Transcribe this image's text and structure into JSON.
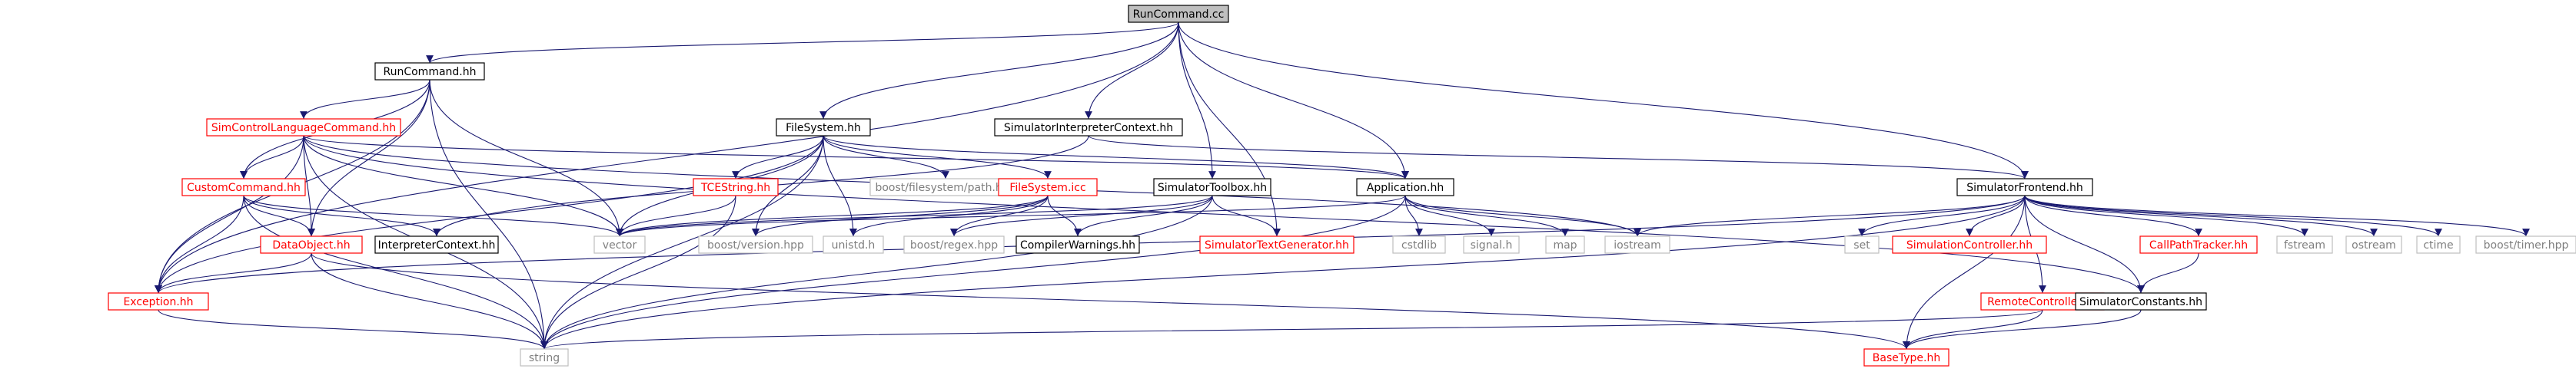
{
  "colors": {
    "root_fill": "#bfbfbf",
    "root_border": "#000000",
    "normal_border": "#000000",
    "missing_border": "#bfbfbf",
    "red_border": "#ff0000",
    "red_text": "#ff0000",
    "normal_text": "#000000",
    "gray_text": "#7f7f7f",
    "edge": "#191970"
  },
  "nodes": [
    {
      "id": "runcommand_cc",
      "label": "RunCommand.cc",
      "style": "root"
    },
    {
      "id": "runcommand_hh",
      "label": "RunCommand.hh",
      "style": "normal"
    },
    {
      "id": "simcontrol",
      "label": "SimControlLanguageCommand.hh",
      "style": "red"
    },
    {
      "id": "customcommand",
      "label": "CustomCommand.hh",
      "style": "red"
    },
    {
      "id": "dataobject",
      "label": "DataObject.hh",
      "style": "red"
    },
    {
      "id": "interpretercontext",
      "label": "InterpreterContext.hh",
      "style": "normal"
    },
    {
      "id": "exception",
      "label": "Exception.hh",
      "style": "red"
    },
    {
      "id": "string",
      "label": "string",
      "style": "missing"
    },
    {
      "id": "vector",
      "label": "vector",
      "style": "missing"
    },
    {
      "id": "filesystem_hh",
      "label": "FileSystem.hh",
      "style": "normal"
    },
    {
      "id": "tcestring",
      "label": "TCEString.hh",
      "style": "red"
    },
    {
      "id": "boost_fs_path",
      "label": "boost/filesystem/path.hpp",
      "style": "missing"
    },
    {
      "id": "filesystem_icc",
      "label": "FileSystem.icc",
      "style": "red"
    },
    {
      "id": "boost_version",
      "label": "boost/version.hpp",
      "style": "missing"
    },
    {
      "id": "unistd",
      "label": "unistd.h",
      "style": "missing"
    },
    {
      "id": "boost_regex",
      "label": "boost/regex.hpp",
      "style": "missing"
    },
    {
      "id": "compilerwarnings",
      "label": "CompilerWarnings.hh",
      "style": "normal"
    },
    {
      "id": "siminterpctx",
      "label": "SimulatorInterpreterContext.hh",
      "style": "normal"
    },
    {
      "id": "simtoolbox",
      "label": "SimulatorToolbox.hh",
      "style": "normal"
    },
    {
      "id": "simtextgen",
      "label": "SimulatorTextGenerator.hh",
      "style": "red"
    },
    {
      "id": "application",
      "label": "Application.hh",
      "style": "normal"
    },
    {
      "id": "cstdlib",
      "label": "cstdlib",
      "style": "missing"
    },
    {
      "id": "signal",
      "label": "signal.h",
      "style": "missing"
    },
    {
      "id": "map",
      "label": "map",
      "style": "missing"
    },
    {
      "id": "iostream",
      "label": "iostream",
      "style": "missing"
    },
    {
      "id": "simfrontend",
      "label": "SimulatorFrontend.hh",
      "style": "normal"
    },
    {
      "id": "set",
      "label": "set",
      "style": "missing"
    },
    {
      "id": "simcontroller",
      "label": "SimulationController.hh",
      "style": "red"
    },
    {
      "id": "callpathtracker",
      "label": "CallPathTracker.hh",
      "style": "red"
    },
    {
      "id": "fstream",
      "label": "fstream",
      "style": "missing"
    },
    {
      "id": "ostream",
      "label": "ostream",
      "style": "missing"
    },
    {
      "id": "ctime",
      "label": "ctime",
      "style": "missing"
    },
    {
      "id": "boost_timer",
      "label": "boost/timer.hpp",
      "style": "missing"
    },
    {
      "id": "remotecontroller",
      "label": "RemoteController.hh",
      "style": "red"
    },
    {
      "id": "simconstants",
      "label": "SimulatorConstants.hh",
      "style": "normal"
    },
    {
      "id": "basetype",
      "label": "BaseType.hh",
      "style": "red"
    }
  ],
  "edges": [
    [
      "runcommand_cc",
      "runcommand_hh"
    ],
    [
      "runcommand_cc",
      "exception"
    ],
    [
      "runcommand_cc",
      "filesystem_hh"
    ],
    [
      "runcommand_cc",
      "siminterpctx"
    ],
    [
      "runcommand_cc",
      "simtoolbox"
    ],
    [
      "runcommand_cc",
      "simtextgen"
    ],
    [
      "runcommand_cc",
      "application"
    ],
    [
      "runcommand_cc",
      "simfrontend"
    ],
    [
      "runcommand_hh",
      "simcontrol"
    ],
    [
      "runcommand_hh",
      "customcommand"
    ],
    [
      "runcommand_hh",
      "dataobject"
    ],
    [
      "runcommand_hh",
      "exception"
    ],
    [
      "runcommand_hh",
      "vector"
    ],
    [
      "runcommand_hh",
      "string"
    ],
    [
      "simcontrol",
      "customcommand"
    ],
    [
      "simcontrol",
      "dataobject"
    ],
    [
      "simcontrol",
      "exception"
    ],
    [
      "simcontrol",
      "vector"
    ],
    [
      "simcontrol",
      "string"
    ],
    [
      "simcontrol",
      "application"
    ],
    [
      "simcontrol",
      "iostream"
    ],
    [
      "simcontrol",
      "simconstants"
    ],
    [
      "customcommand",
      "dataobject"
    ],
    [
      "customcommand",
      "interpretercontext"
    ],
    [
      "customcommand",
      "exception"
    ],
    [
      "customcommand",
      "vector"
    ],
    [
      "customcommand",
      "string"
    ],
    [
      "dataobject",
      "exception"
    ],
    [
      "dataobject",
      "string"
    ],
    [
      "dataobject",
      "basetype"
    ],
    [
      "exception",
      "string"
    ],
    [
      "filesystem_hh",
      "exception"
    ],
    [
      "filesystem_hh",
      "vector"
    ],
    [
      "filesystem_hh",
      "string"
    ],
    [
      "filesystem_hh",
      "tcestring"
    ],
    [
      "filesystem_hh",
      "boost_fs_path"
    ],
    [
      "filesystem_hh",
      "boost_version"
    ],
    [
      "filesystem_hh",
      "unistd"
    ],
    [
      "filesystem_hh",
      "filesystem_icc"
    ],
    [
      "filesystem_hh",
      "application"
    ],
    [
      "tcestring",
      "vector"
    ],
    [
      "tcestring",
      "string"
    ],
    [
      "filesystem_icc",
      "vector"
    ],
    [
      "filesystem_icc",
      "boost_version"
    ],
    [
      "filesystem_icc",
      "unistd"
    ],
    [
      "filesystem_icc",
      "boost_regex"
    ],
    [
      "filesystem_icc",
      "compilerwarnings"
    ],
    [
      "siminterpctx",
      "interpretercontext"
    ],
    [
      "siminterpctx",
      "simfrontend"
    ],
    [
      "simtoolbox",
      "vector"
    ],
    [
      "simtoolbox",
      "string"
    ],
    [
      "simtoolbox",
      "boost_regex"
    ],
    [
      "simtoolbox",
      "compilerwarnings"
    ],
    [
      "simtoolbox",
      "simtextgen"
    ],
    [
      "application",
      "vector"
    ],
    [
      "application",
      "string"
    ],
    [
      "application",
      "cstdlib"
    ],
    [
      "application",
      "signal"
    ],
    [
      "application",
      "map"
    ],
    [
      "application",
      "iostream"
    ],
    [
      "simfrontend",
      "exception"
    ],
    [
      "simfrontend",
      "string"
    ],
    [
      "simfrontend",
      "iostream"
    ],
    [
      "simfrontend",
      "set"
    ],
    [
      "simfrontend",
      "simcontroller"
    ],
    [
      "simfrontend",
      "callpathtracker"
    ],
    [
      "simfrontend",
      "fstream"
    ],
    [
      "simfrontend",
      "ostream"
    ],
    [
      "simfrontend",
      "ctime"
    ],
    [
      "simfrontend",
      "boost_timer"
    ],
    [
      "simfrontend",
      "remotecontroller"
    ],
    [
      "simfrontend",
      "simconstants"
    ],
    [
      "simfrontend",
      "basetype"
    ],
    [
      "callpathtracker",
      "simconstants"
    ],
    [
      "remotecontroller",
      "basetype"
    ],
    [
      "remotecontroller",
      "string"
    ],
    [
      "simconstants",
      "basetype"
    ]
  ]
}
